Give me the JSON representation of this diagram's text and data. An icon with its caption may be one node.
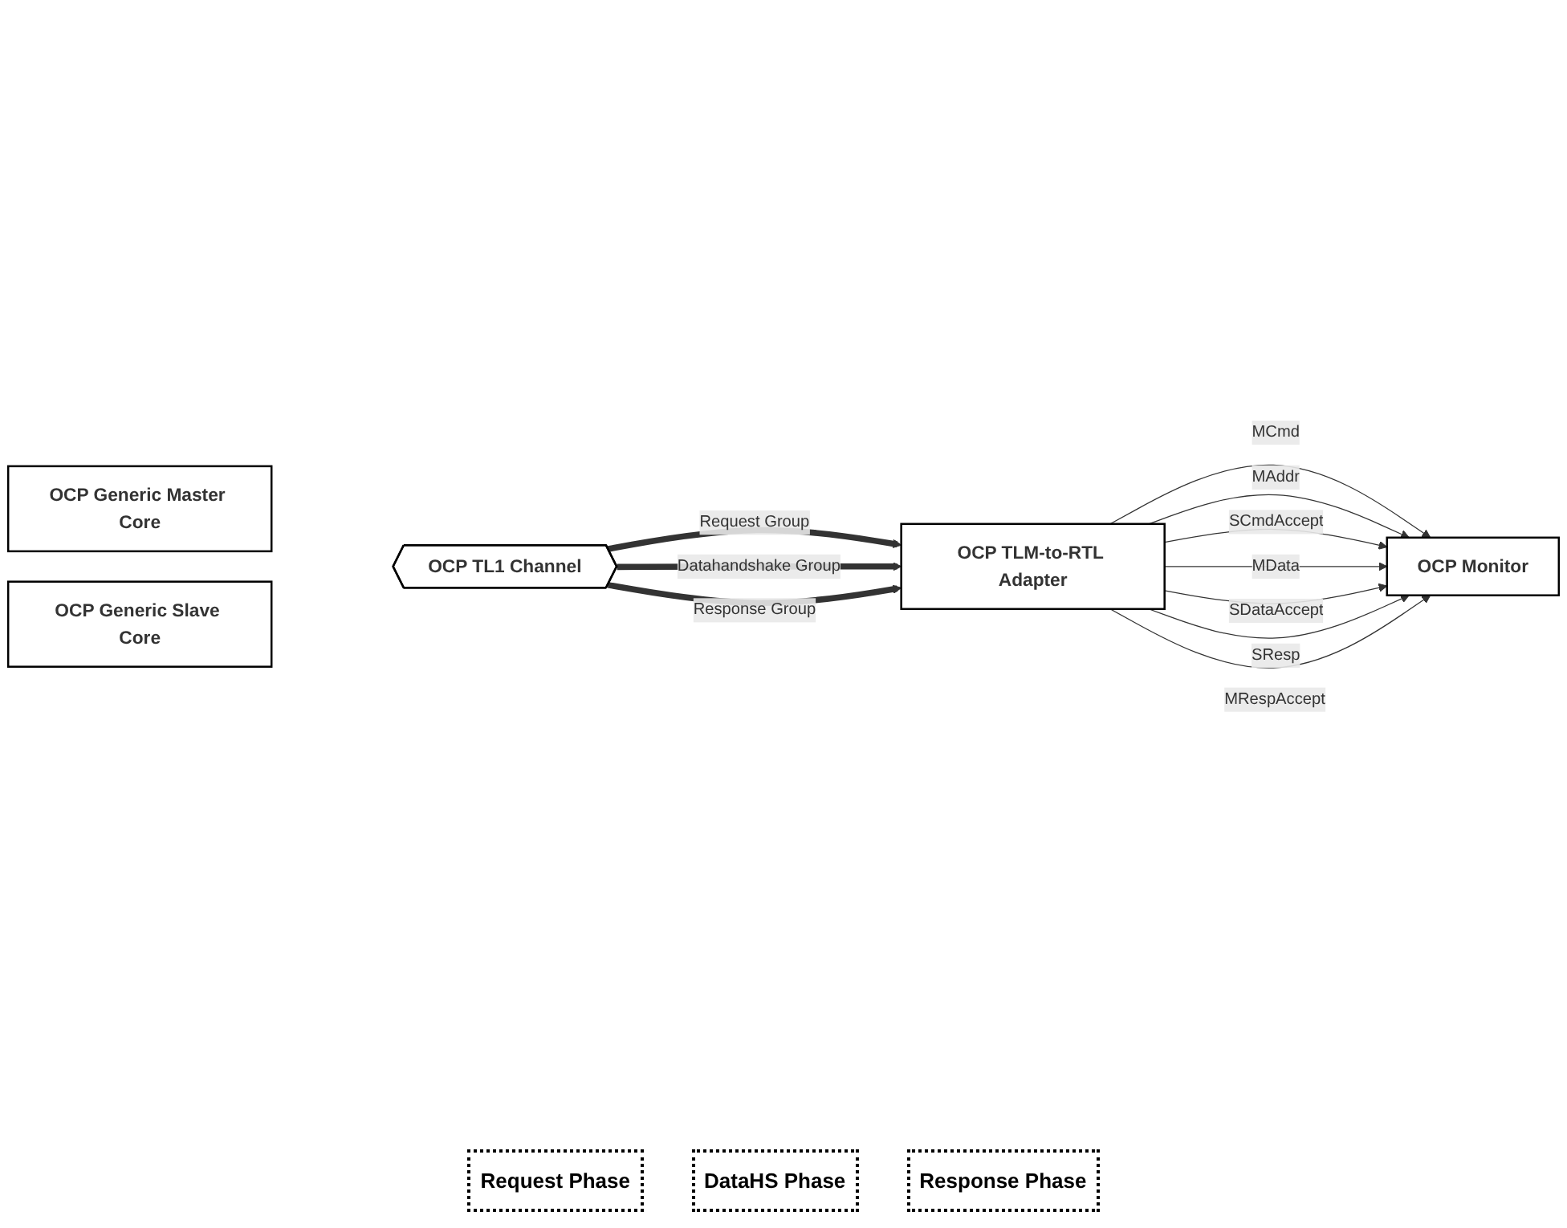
{
  "diagram": {
    "nodes": [
      {
        "text": [
          "OCP Generic Master Core"
        ]
      },
      {
        "text": [
          "OCP TL1 Channel"
        ]
      },
      {
        "text": [
          "OCP Generic Slave Core"
        ]
      },
      {
        "text": [
          "OCP TLM-to-RTL Adapter"
        ]
      },
      {
        "text": [
          "OCP Monitor"
        ]
      }
    ],
    "edges": [
      {
        "from": 1,
        "to": 3,
        "arrow": "to",
        "label": "Request Group",
        "style": "thick"
      },
      {
        "from": 1,
        "to": 3,
        "arrow": "to",
        "label": "Datahandshake  Group",
        "style": "thick"
      },
      {
        "from": 1,
        "to": 3,
        "arrow": "to",
        "label": "Response Group",
        "style": "thick"
      },
      {
        "from": 3,
        "to": 4,
        "arrow": "to",
        "label": "MCmd"
      },
      {
        "from": 3,
        "to": 4,
        "arrow": "to",
        "label": "MAddr"
      },
      {
        "from": 3,
        "to": 4,
        "arrow": "to",
        "label": "SCmdAccept"
      },
      {
        "from": 3,
        "to": 4,
        "arrow": "to",
        "label": "MData"
      },
      {
        "from": 3,
        "to": 4,
        "arrow": "to",
        "label": "SDataAccept"
      },
      {
        "from": 3,
        "to": 4,
        "arrow": "to",
        "label": "SResp"
      },
      {
        "from": 3,
        "to": 4,
        "arrow": "to",
        "label": "MRespAccept"
      }
    ],
    "labels": [
      "Request Phase",
      "DataHS Phase",
      "Response Phase"
    ]
  }
}
